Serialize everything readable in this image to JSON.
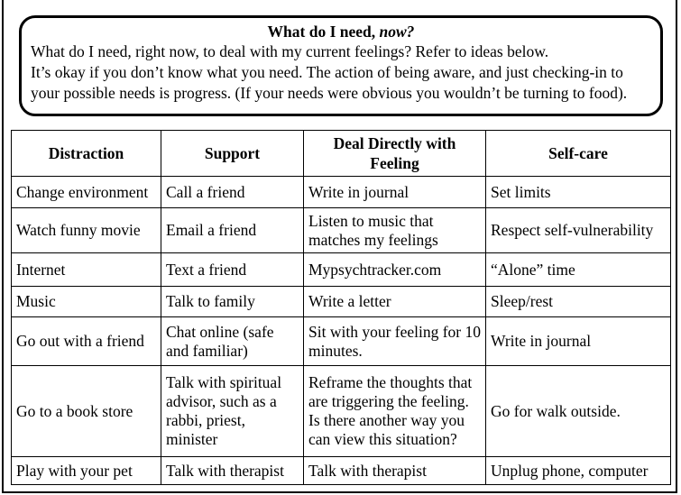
{
  "callout": {
    "title_main": "What do I need, ",
    "title_emphasis": "now?",
    "line1": "What do I need, right now, to deal with my current feelings? Refer to ideas below.",
    "line2": "It’s okay if you don’t know what you need.  The action of being aware, and just checking-in to",
    "line3": "your possible needs is progress.  (If your needs were obvious you wouldn’t be turning to food)."
  },
  "table": {
    "headers": [
      "Distraction",
      "Support",
      "Deal Directly with Feeling",
      "Self-care"
    ],
    "rows": [
      [
        "Change environment",
        "Call a friend",
        "Write in journal",
        "Set limits"
      ],
      [
        "Watch funny movie",
        "Email a friend",
        "Listen to music that matches my feelings",
        "Respect self-vulnerability"
      ],
      [
        "Internet",
        "Text a friend",
        "Mypsychtracker.com",
        "“Alone” time"
      ],
      [
        "Music",
        "Talk to family",
        "Write a letter",
        "Sleep/rest"
      ],
      [
        "Go out with a friend",
        "Chat online (safe and familiar)",
        "Sit with your feeling for 10 minutes.",
        "Write in journal"
      ],
      [
        "Go to a book store",
        "Talk with spiritual advisor, such as a rabbi, priest, minister",
        "Reframe the thoughts that are triggering the feeling. Is there another way you can view this situation?",
        "Go for walk outside."
      ],
      [
        "Play with your pet",
        "Talk with therapist",
        "Talk with therapist",
        "Unplug phone, computer"
      ]
    ]
  }
}
